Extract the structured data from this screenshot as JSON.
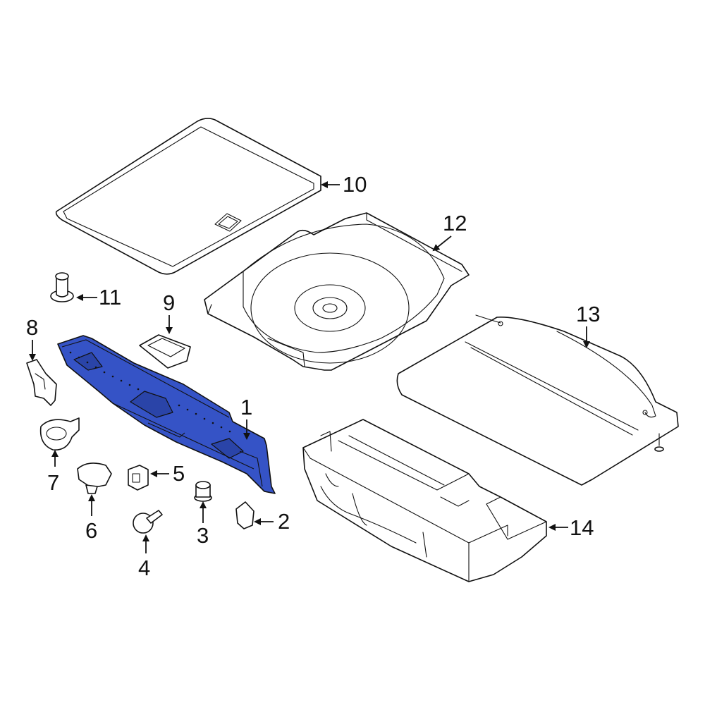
{
  "highlight_color": "#3553c6",
  "callouts": {
    "c1": "1",
    "c2": "2",
    "c3": "3",
    "c4": "4",
    "c5": "5",
    "c6": "6",
    "c7": "7",
    "c8": "8",
    "c9": "9",
    "c10": "10",
    "c11": "11",
    "c12": "12",
    "c13": "13",
    "c14": "14"
  }
}
